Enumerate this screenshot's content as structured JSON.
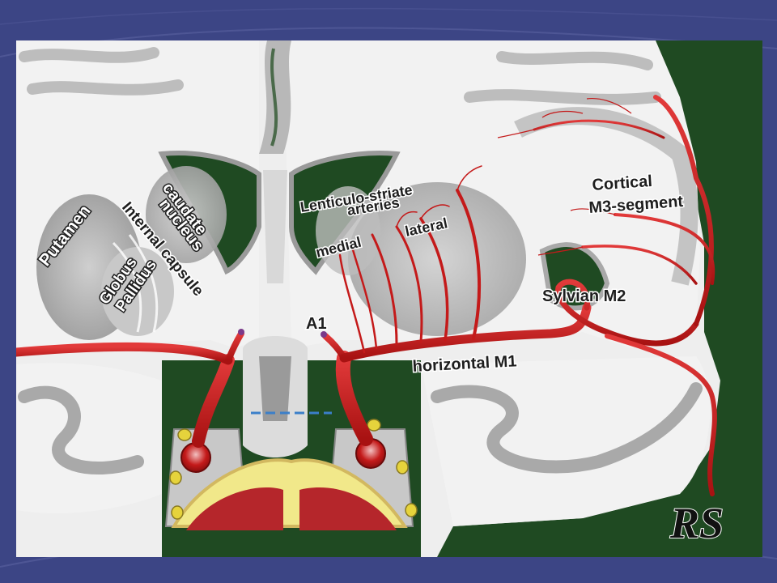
{
  "labels": {
    "putamen": "Putamen",
    "caudate": "caudate",
    "nucleus": "nucleus",
    "internal_capsule": "Internal capsule",
    "globus": "Globus",
    "pallidus": "Pallidus",
    "lenticulo_striate": "Lenticulo-striate",
    "arteries": "arteries",
    "medial": "medial",
    "lateral": "lateral",
    "a1": "A1",
    "horizontal_m1": "horizontal M1",
    "sylvian_m2": "Sylvian M2",
    "cortical": "Cortical",
    "m3_segment": "M3-segment",
    "signature": "RS"
  },
  "colors": {
    "slide_background": "#3c4585",
    "brain_white_matter": "#f2f2f2",
    "gray_matter": "#a9a9a9",
    "background_dark_green": "#1f4a22",
    "artery_red": "#c41a1a",
    "skull_base_yellow": "#f1e88a"
  }
}
